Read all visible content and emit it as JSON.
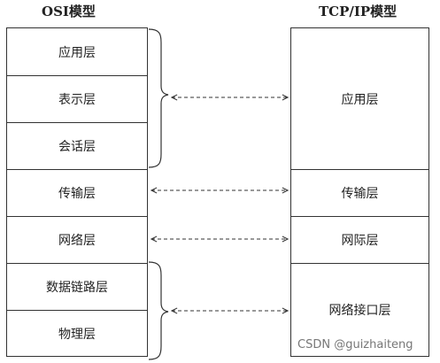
{
  "osi": {
    "title": "OSI模型",
    "layers": [
      "应用层",
      "表示层",
      "会话层",
      "传输层",
      "网络层",
      "数据链路层",
      "物理层"
    ]
  },
  "tcpip": {
    "title": "TCP/IP模型",
    "layers": [
      "应用层",
      "传输层",
      "网际层",
      "网络接口层"
    ]
  },
  "mapping": [
    {
      "osi": [
        0,
        1,
        2
      ],
      "tcpip": 0
    },
    {
      "osi": [
        3
      ],
      "tcpip": 1
    },
    {
      "osi": [
        4
      ],
      "tcpip": 2
    },
    {
      "osi": [
        5,
        6
      ],
      "tcpip": 3
    }
  ],
  "watermark": "CSDN @guizhaiteng"
}
